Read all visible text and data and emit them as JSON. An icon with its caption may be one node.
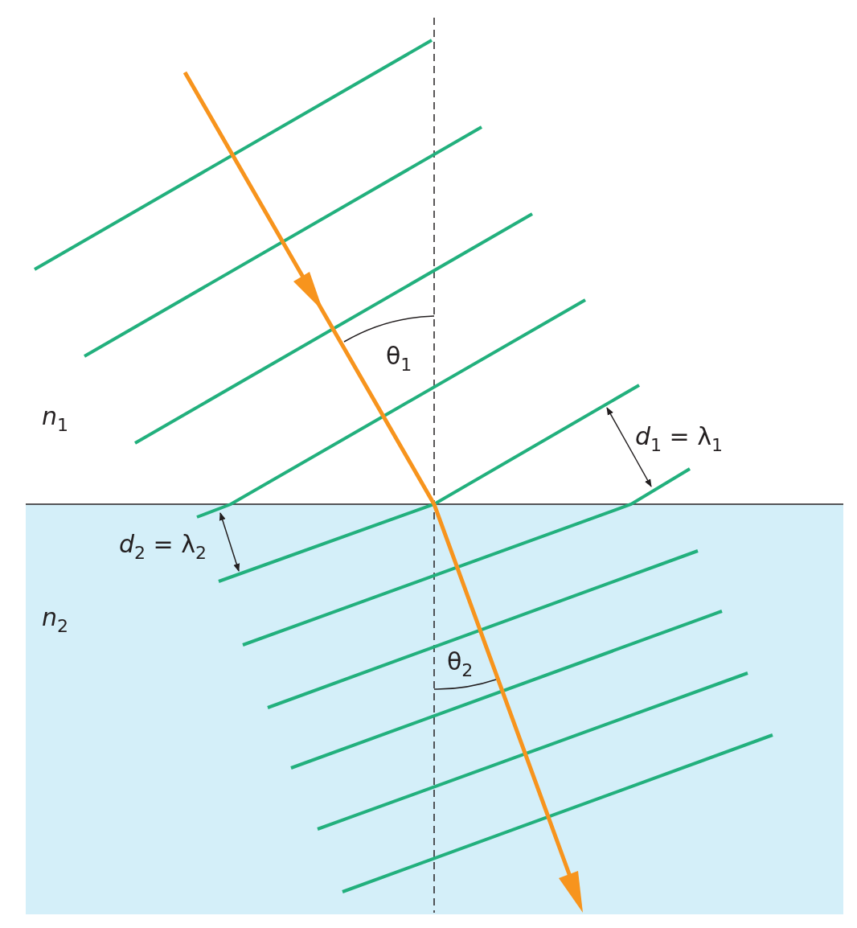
{
  "diagram": {
    "labels": [
      "θ$_{1}$",
      "*n*$_{1}$",
      "*d*$_{1}$ = λ$_{1}$",
      "*d*$_{2}$ = λ$_{2}$",
      "*n*$_{2}$",
      "θ$_{2}$"
    ]
  }
}
